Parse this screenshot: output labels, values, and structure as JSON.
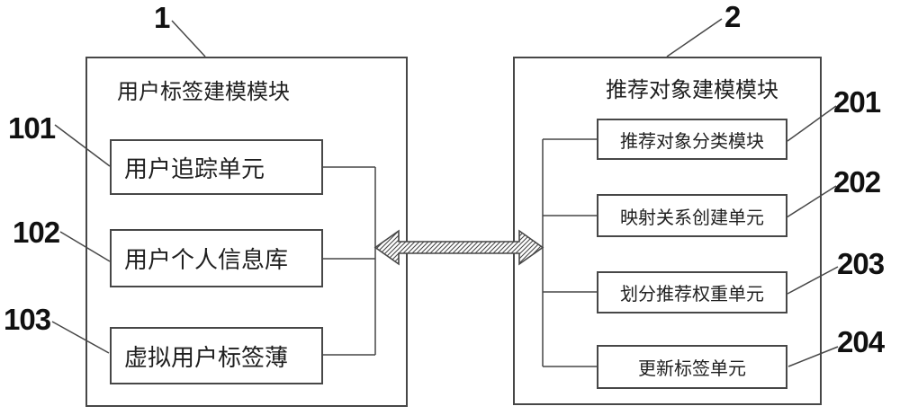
{
  "colors": {
    "line": "#474747",
    "text": "#1f1f1f",
    "background": "#ffffff"
  },
  "figure": {
    "modules": [
      {
        "ref": "1",
        "title": "用户标签建模模块",
        "units": [
          {
            "ref": "101",
            "label": "用户追踪单元"
          },
          {
            "ref": "102",
            "label": "用户个人信息库"
          },
          {
            "ref": "103",
            "label": "虚拟用户标签薄"
          }
        ]
      },
      {
        "ref": "2",
        "title": "推荐对象建模模块",
        "units": [
          {
            "ref": "201",
            "label": "推荐对象分类模块"
          },
          {
            "ref": "202",
            "label": "映射关系创建单元"
          },
          {
            "ref": "203",
            "label": "划分推荐权重单元"
          },
          {
            "ref": "204",
            "label": "更新标签单元"
          }
        ]
      }
    ],
    "arrow": {
      "name": "bidirectional-hatched-arrow"
    }
  }
}
